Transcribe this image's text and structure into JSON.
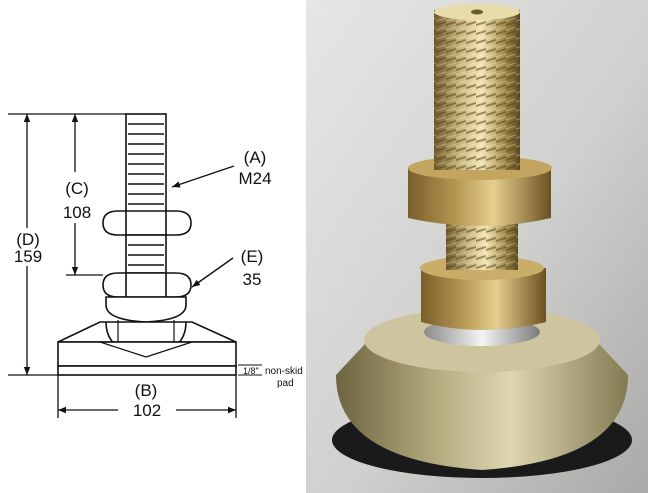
{
  "drawing": {
    "dimensions": {
      "A": {
        "letter": "(A)",
        "value": "M24"
      },
      "B": {
        "letter": "(B)",
        "value": "102"
      },
      "C": {
        "letter": "(C)",
        "value": "108"
      },
      "D": {
        "letter": "(D)",
        "value": "159"
      },
      "E": {
        "letter": "(E)",
        "value": "35"
      }
    },
    "pad": {
      "thickness": "1/8\"",
      "line1": "non-skid",
      "line2": "pad"
    }
  }
}
